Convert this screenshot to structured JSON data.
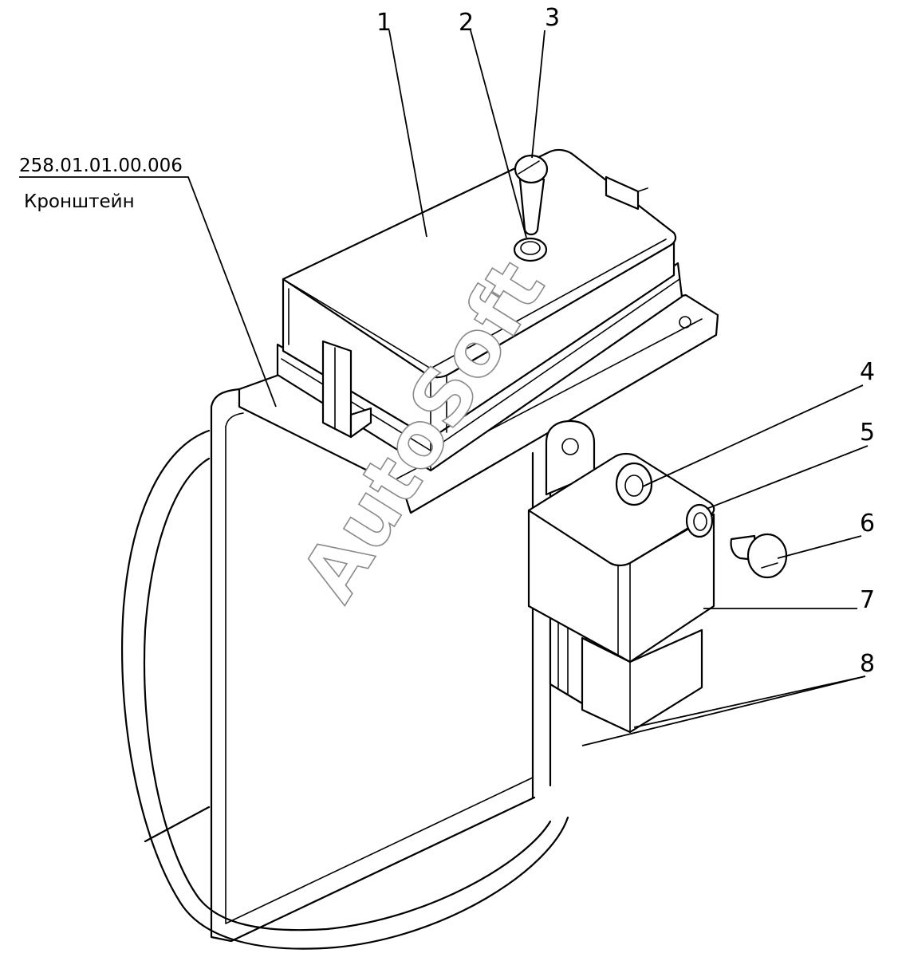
{
  "watermark": "AutoSoft",
  "reference_part": {
    "code": "258.01.01.00.006",
    "name": "Кронштейн"
  },
  "callouts": [
    "1",
    "2",
    "3",
    "4",
    "5",
    "6",
    "7",
    "8"
  ]
}
